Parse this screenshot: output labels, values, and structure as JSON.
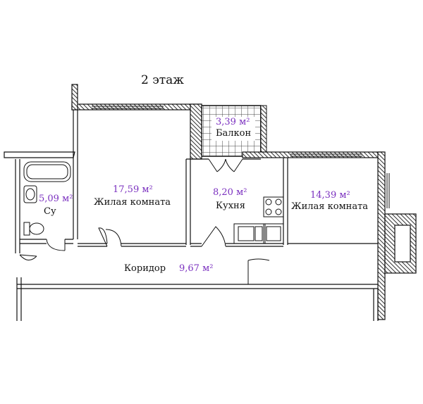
{
  "floor_title": "2 этаж",
  "rooms": {
    "balcony": {
      "area": "3,39 м²",
      "name": "Балкон"
    },
    "bathroom": {
      "area": "5,09 м²",
      "name": "Су"
    },
    "living1": {
      "area": "17,59 м²",
      "name": "Жилая комната"
    },
    "kitchen": {
      "area": "8,20 м²",
      "name": "Кухня"
    },
    "living2": {
      "area": "14,39 м²",
      "name": "Жилая комната"
    },
    "corridor": {
      "area": "9,67 м²",
      "name": "Коридор"
    }
  },
  "colors": {
    "area_text": "#7a2fbf",
    "wall": "#111111",
    "hatch": "#555555"
  }
}
